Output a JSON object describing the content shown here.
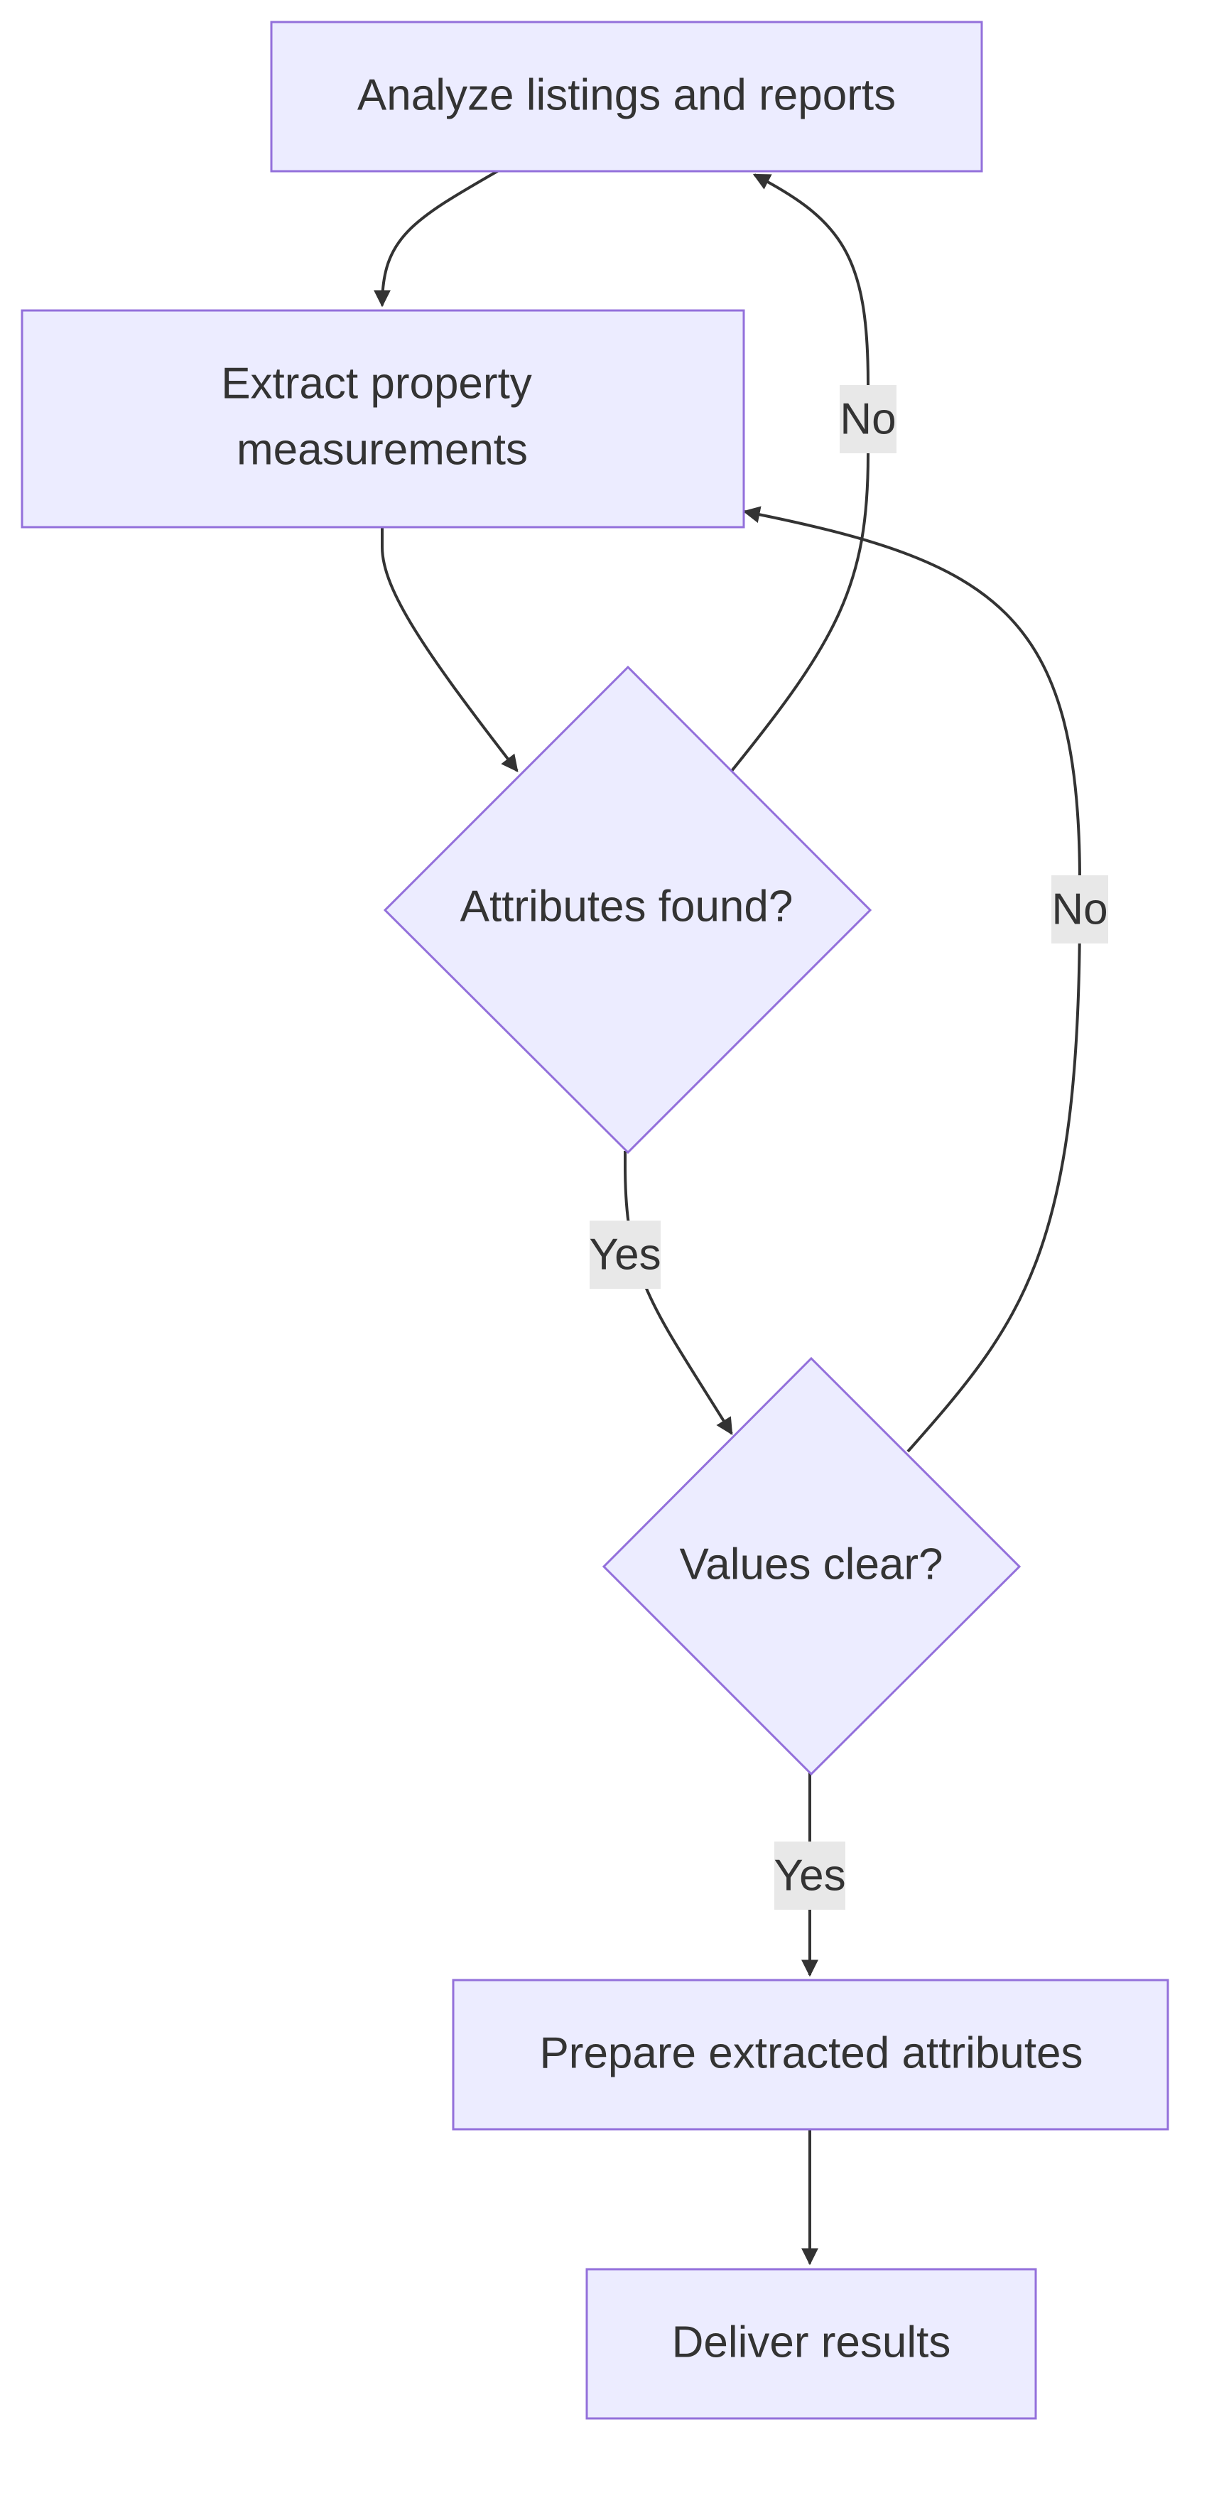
{
  "colors": {
    "node_fill": "#ececff",
    "node_stroke": "#9370db",
    "edge": "#333333",
    "label_bg": "#e8e8e8",
    "text": "#333333"
  },
  "nodes": {
    "analyze": {
      "label": "Analyze listings and reports"
    },
    "extract": {
      "line1": "Extract property",
      "line2": "measurements"
    },
    "attributes_found": {
      "label": "Attributes found?"
    },
    "values_clear": {
      "label": "Values clear?"
    },
    "prepare": {
      "label": "Prepare extracted attributes"
    },
    "deliver": {
      "label": "Deliver results"
    }
  },
  "edges": {
    "attributes_found_no": {
      "label": "No"
    },
    "attributes_found_yes": {
      "label": "Yes"
    },
    "values_clear_no": {
      "label": "No"
    },
    "values_clear_yes": {
      "label": "Yes"
    }
  }
}
